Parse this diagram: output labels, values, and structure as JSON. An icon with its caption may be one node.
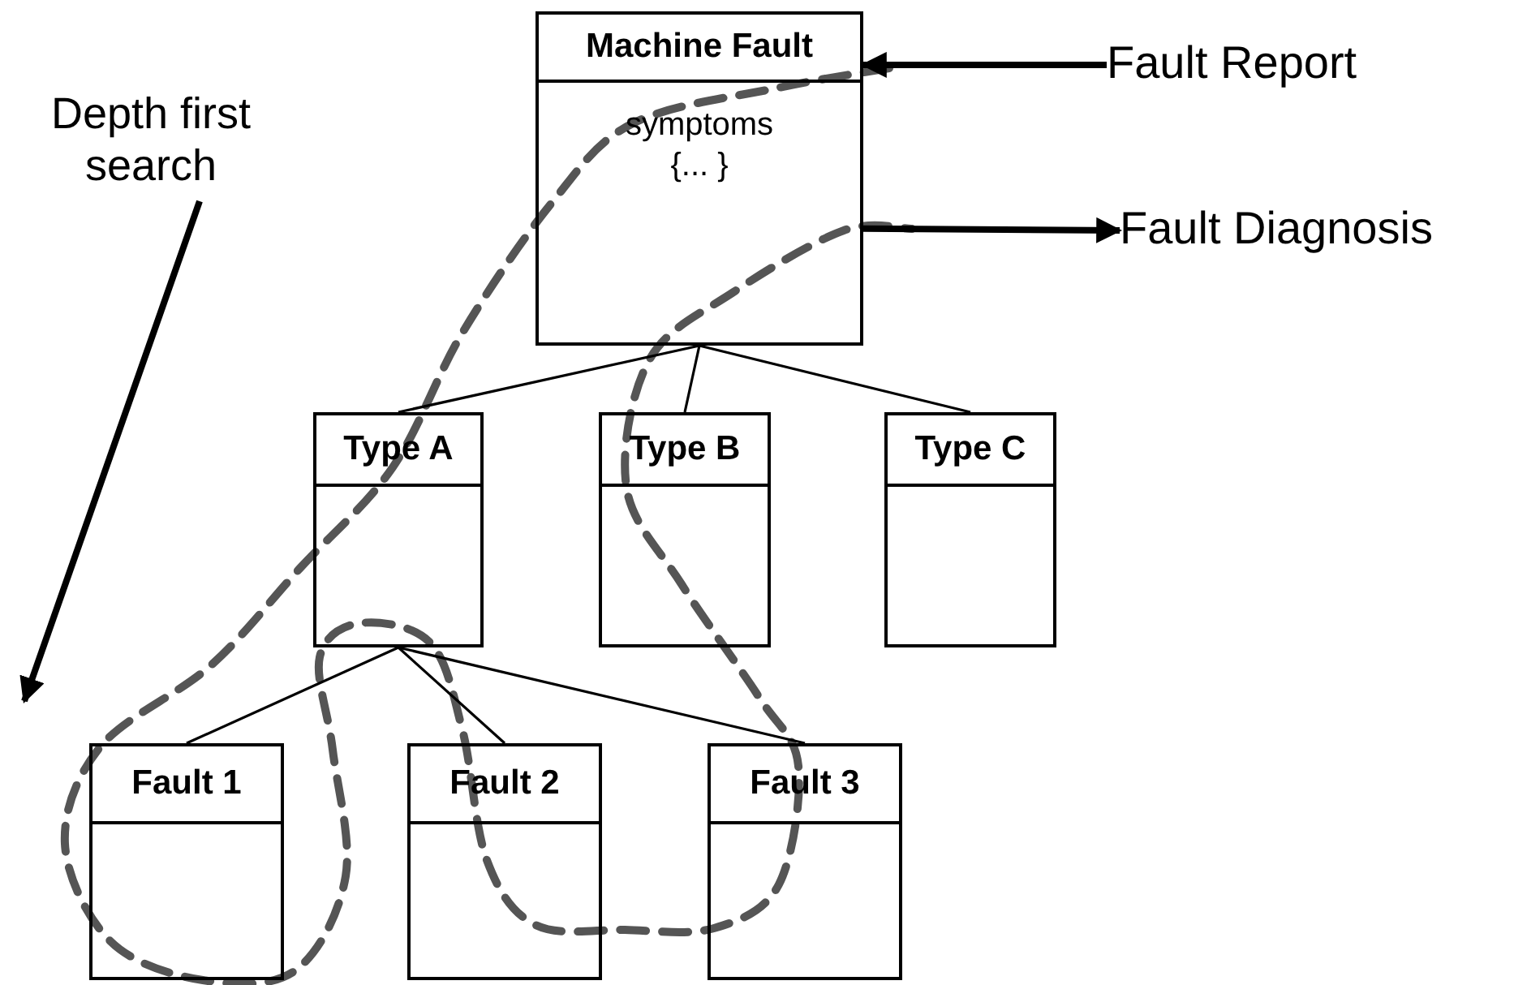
{
  "diagram": {
    "nodes": [
      {
        "text": [
          "Machine Fault",
          "symptoms {... }"
        ]
      },
      {
        "text": [
          "Type A"
        ]
      },
      {
        "text": [
          "Type B"
        ]
      },
      {
        "text": [
          "Type C"
        ]
      },
      {
        "text": [
          "Fault 1"
        ]
      },
      {
        "text": [
          "Fault 2"
        ]
      },
      {
        "text": [
          "Fault 3"
        ]
      },
      {
        "text": [
          "Fault Report"
        ]
      },
      {
        "text": [
          "Fault Diagnosis"
        ]
      },
      {
        "text": [
          "Depth first search"
        ]
      }
    ],
    "edges": [
      {
        "from": 0,
        "to": 1,
        "arrow": "none"
      },
      {
        "from": 0,
        "to": 2,
        "arrow": "none"
      },
      {
        "from": 0,
        "to": 3,
        "arrow": "none"
      },
      {
        "from": 1,
        "to": 4,
        "arrow": "none"
      },
      {
        "from": 1,
        "to": 5,
        "arrow": "none"
      },
      {
        "from": 1,
        "to": 6,
        "arrow": "none"
      },
      {
        "from": 7,
        "to": 0,
        "arrow": "to",
        "style": "thick"
      },
      {
        "from": 0,
        "to": 8,
        "arrow": "to",
        "style": "thick"
      },
      {
        "from": 9,
        "to": null,
        "arrow": "to",
        "style": "thick"
      }
    ]
  }
}
